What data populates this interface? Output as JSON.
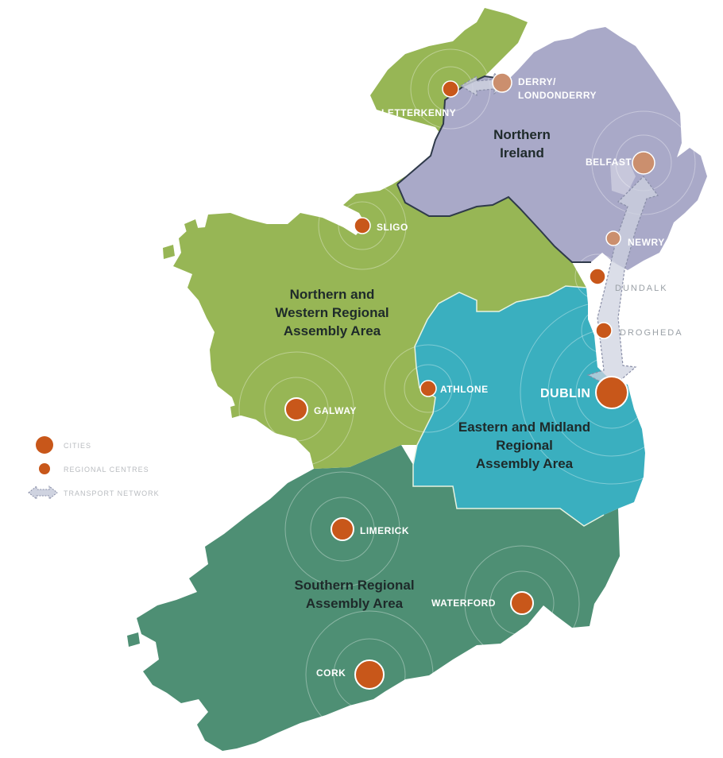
{
  "colors": {
    "northern_western": "#97b655",
    "northern_ireland": "#a9a9c8",
    "eastern_midland": "#3aafbf",
    "southern": "#4e8f74",
    "city_marker": "#c8571a",
    "ni_marker": "#cb8f6e",
    "corridor": "#cfd3e0"
  },
  "regions": {
    "northern_western": {
      "line1": "Northern and",
      "line2": "Western Regional",
      "line3": "Assembly Area"
    },
    "northern_ireland": {
      "line1": "Northern",
      "line2": "Ireland"
    },
    "eastern_midland": {
      "line1": "Eastern and Midland",
      "line2": "Regional",
      "line3": "Assembly Area"
    },
    "southern": {
      "line1": "Southern Regional",
      "line2": "Assembly Area"
    }
  },
  "cities": {
    "letterkenny": "LETTERKENNY",
    "derry": {
      "line1": "DERRY/",
      "line2": "LONDONDERRY"
    },
    "belfast": "BELFAST",
    "newry": "NEWRY",
    "sligo": "SLIGO",
    "dundalk": "DUNDALK",
    "drogheda": "DROGHEDA",
    "dublin": "DUBLIN",
    "athlone": "ATHLONE",
    "galway": "GALWAY",
    "limerick": "LIMERICK",
    "waterford": "WATERFORD",
    "cork": "CORK"
  },
  "legend": {
    "cities": "CITIES",
    "regional_centres": "REGIONAL CENTRES",
    "transport_network": "TRANSPORT NETWORK"
  }
}
